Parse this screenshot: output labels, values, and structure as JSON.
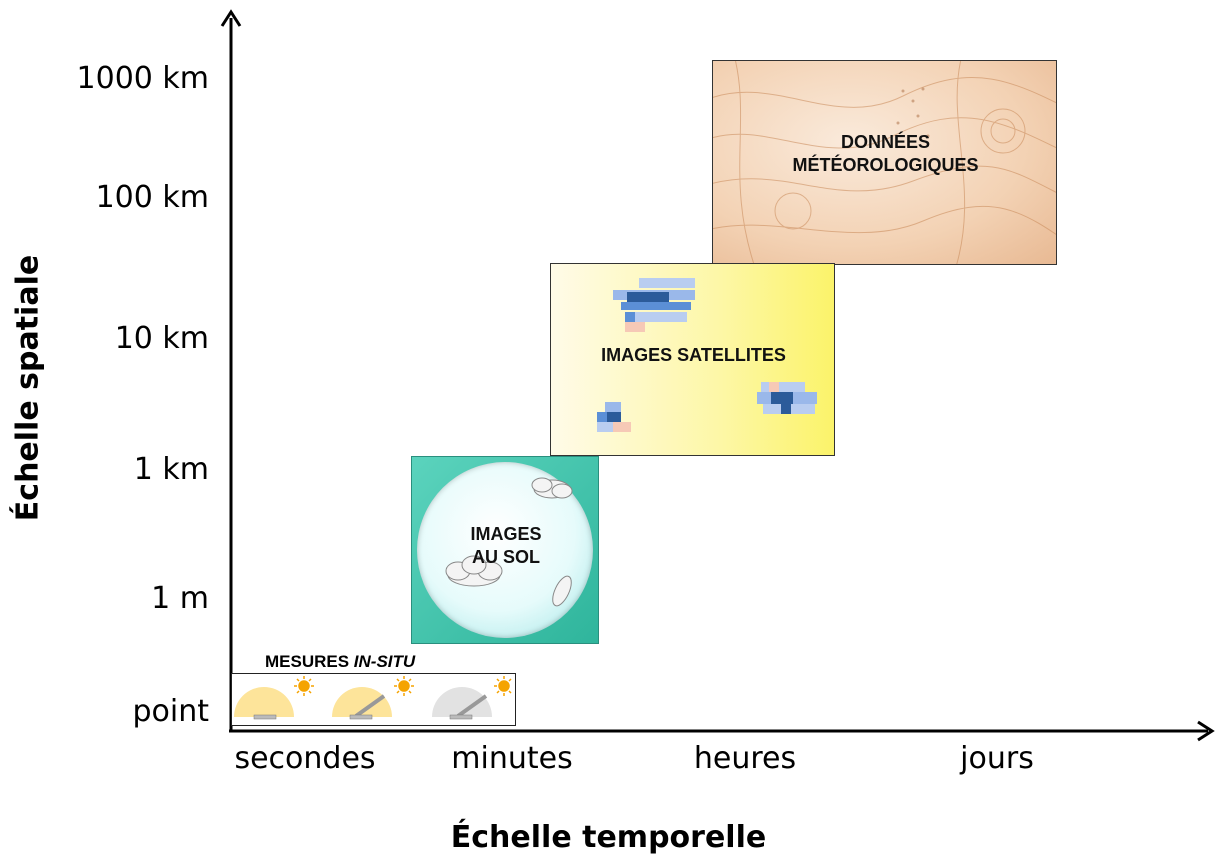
{
  "axes": {
    "x_title": "Échelle temporelle",
    "y_title": "Échelle spatiale",
    "x_ticks": [
      "secondes",
      "minutes",
      "heures",
      "jours"
    ],
    "y_ticks": [
      "point",
      "1 m",
      "1 km",
      "10 km",
      "100 km",
      "1000 km"
    ]
  },
  "boxes": {
    "meteo": {
      "label_line1": "DONNÉES",
      "label_line2": "MÉTÉOROLOGIQUES"
    },
    "satellite": {
      "label": "IMAGES SATELLITES"
    },
    "ground": {
      "label_line1": "IMAGES",
      "label_line2": "AU SOL"
    },
    "insitu": {
      "label_main": "MESURES ",
      "label_italic": "IN-SITU"
    }
  },
  "colors": {
    "meteo_fill": "#f3d2b4",
    "meteo_lines": "#c98a5a",
    "satellite_fill": "#fdf7a6",
    "ground_frame": "#2fb59c",
    "pixel_dark": "#2b5b9a",
    "pixel_mid": "#5b8fd6",
    "pixel_light": "#b9cdf0",
    "pixel_pink": "#f6c9b6",
    "sun": "#f5a300",
    "dial": "#fde49a"
  }
}
